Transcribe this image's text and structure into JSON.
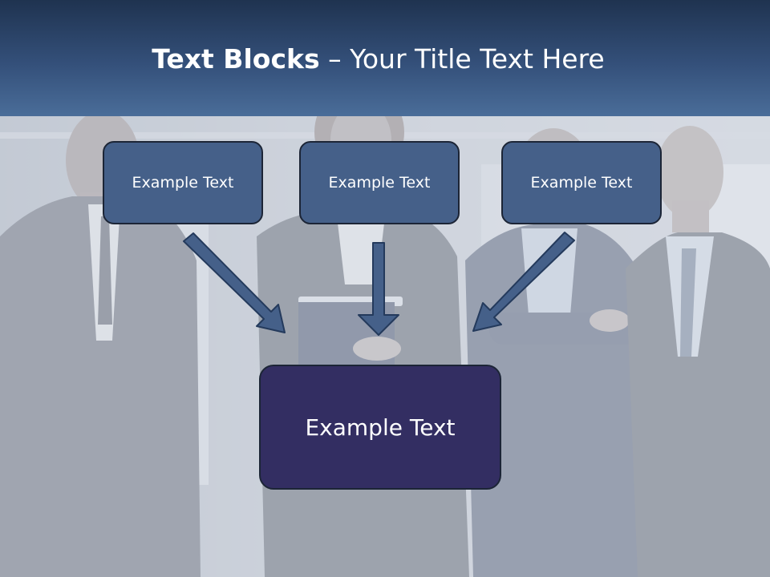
{
  "slide": {
    "title_bold": "Text Blocks",
    "title_dash": " – ",
    "title_rest": "Your Title Text Here"
  },
  "diagram": {
    "top_blocks": [
      {
        "label": "Example Text"
      },
      {
        "label": "Example Text"
      },
      {
        "label": "Example Text"
      }
    ],
    "bottom_block": {
      "label": "Example Text"
    }
  },
  "colors": {
    "header_top": "#1f3350",
    "header_bottom": "#4a6d99",
    "block_fill": "#456089",
    "target_fill": "#332e62",
    "arrow_fill": "#456089"
  },
  "icons": {
    "arrow": "down-arrow-icon"
  }
}
